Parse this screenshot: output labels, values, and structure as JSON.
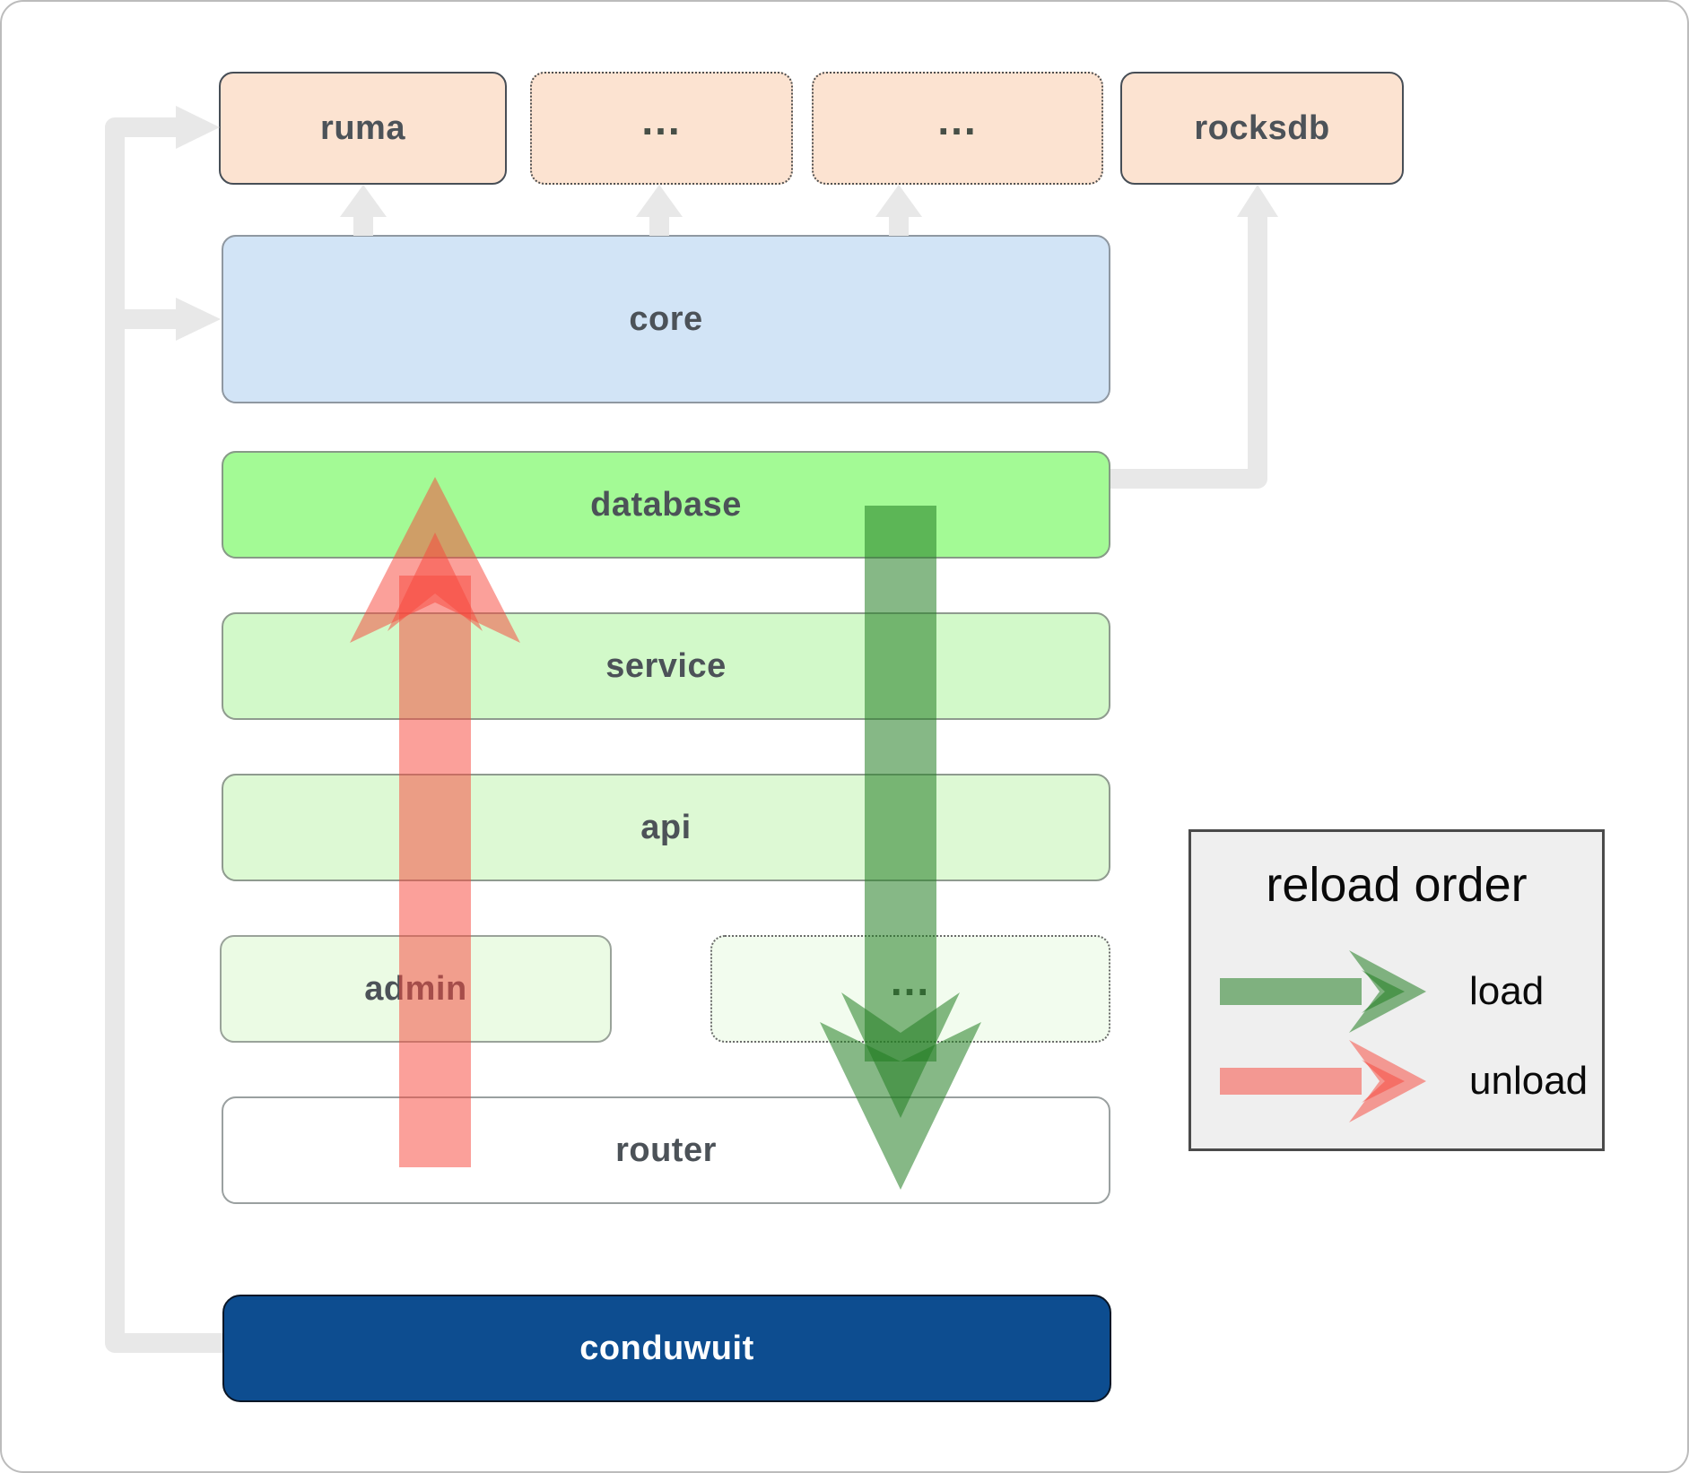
{
  "nodes": {
    "ruma": "ruma",
    "ext1": "...",
    "ext2": "...",
    "rocksdb": "rocksdb",
    "core": "core",
    "database": "database",
    "service": "service",
    "api": "api",
    "admin": "admin",
    "admin_more": "...",
    "router": "router",
    "app": "conduwuit"
  },
  "legend": {
    "title": "reload order",
    "items": [
      {
        "label": "load",
        "color": "#2e8b2e"
      },
      {
        "label": "unload",
        "color": "#f8493c"
      }
    ]
  },
  "colors": {
    "module_peach": "#fce3d1",
    "core_blue": "#d2e4f6",
    "database_green": "#a3fa95",
    "service_green": "#d2f9c9",
    "api_green": "#ddf9d4",
    "admin_green": "#ebfbe4",
    "admin_more_green": "#f2fcee",
    "router_white": "#ffffff",
    "conduwuit_navy": "#0d4d90",
    "connector_gray": "#e8e8e8",
    "legend_bg": "#efefef",
    "load_arrow_fill": "rgba(34,125,34,0.55)",
    "unload_arrow_fill": "rgba(248,73,62,0.52)"
  }
}
